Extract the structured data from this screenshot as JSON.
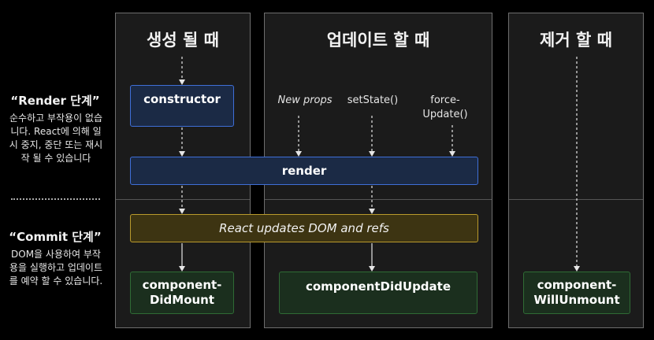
{
  "phases": {
    "render": {
      "title": "“Render 단계”",
      "desc": "순수하고 부작용이 없습니다. React에 의해 일시 중지, 중단 또는 재시작 될 수 있습니다"
    },
    "commit": {
      "title": "“Commit 단계”",
      "desc": "DOM을 사용하여 부작용을 실행하고 업데이트를 예약 할 수 있습니다."
    }
  },
  "columns": {
    "mount": "생성 될 때",
    "update": "업데이트 할 때",
    "unmount": "제거 할 때"
  },
  "triggers": {
    "new_props": "New props",
    "set_state": "setState()",
    "force_update": "force-\nUpdate()"
  },
  "boxes": {
    "constructor": "constructor",
    "render": "render",
    "react_updates": "React updates DOM and refs",
    "did_mount": "component-\nDidMount",
    "did_update": "componentDidUpdate",
    "will_unmount": "component-\nWillUnmount"
  },
  "colors": {
    "blue_border": "#3f6fd8",
    "gold_border": "#b99a2c",
    "green_border": "#2f6b35"
  }
}
